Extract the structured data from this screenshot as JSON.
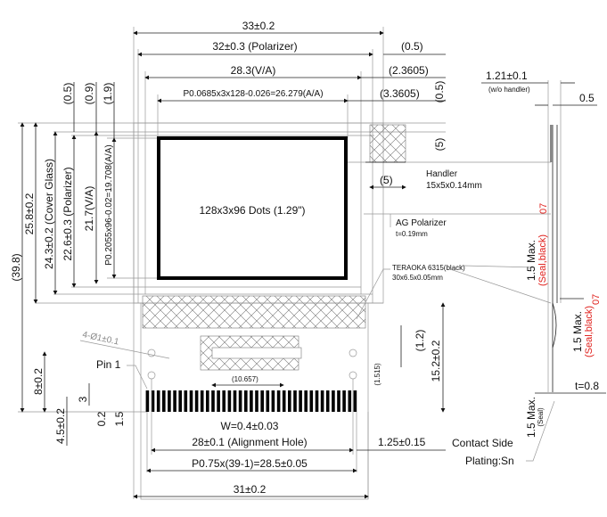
{
  "drawing": {
    "top_dims": {
      "outline": "33±0.2",
      "polarizer": "32±0.3 (Polarizer)",
      "view_area": "28.3(V/A)",
      "active_area": "P0.0685x3x128-0.026=26.279(A/A)",
      "gap_05": "(0.5)",
      "gap_23605": "(2.3605)",
      "gap_33605": "(3.3605)"
    },
    "left_dims": {
      "total": "(39.8)",
      "glass": "25.8±0.2",
      "cover_glass": "24.3±0.2 (Cover Glass)",
      "polarizer": "22.6±0.3 (Polarizer)",
      "view_area": "21.7(V/A)",
      "active_area": "P0.2055x96-0.02=19.708(A/A)",
      "off_05": "(0.5)",
      "off_09": "(0.9)",
      "off_19": "(1.9)",
      "fpc_8": "8±0.2",
      "fpc_3": "3",
      "fpc_02": "0.2",
      "fpc_15": "1.5",
      "fpc_45": "4.5±0.2"
    },
    "display_label": "128x3x96 Dots (1.29\")",
    "handler": {
      "title": "Handler",
      "size": "15x5x0.14mm",
      "dim_h": "(5)",
      "dim_v": "(5)",
      "dim_top": "(0.5)"
    },
    "ag_polarizer": {
      "title": "AG Polarizer",
      "thickness": "t=0.19mm"
    },
    "teraoka": {
      "title": "TERAOKA 6315(black)",
      "size": "30x6.5x0.05mm"
    },
    "holes": "4-Ø1±0.1",
    "pin1": "Pin 1",
    "dim_10657": "(10.657)",
    "dim_1515": "(1.515)",
    "dim_12": "(1.2)",
    "dim_152": "15.2±0.2",
    "bottom_dims": {
      "width": "W=0.4±0.03",
      "alignment": "28±0.1 (Alignment Hole)",
      "pitch": "P0.75x(39-1)=28.5±0.05",
      "fpc_width": "31±0.2",
      "edge": "1.25±0.15"
    },
    "side": {
      "thickness": "1.21±0.1",
      "thickness_note": "(w/o handler)",
      "dim_05": "0.5",
      "max1": "1.5 Max.",
      "seal1": "(Seal,black)",
      "max2": "1.5 Max.",
      "seal2": "(Seal,black)",
      "rev": "07",
      "t08": "t=0.8",
      "max3": "1.5 Max.",
      "seal3": "(Seal)",
      "contact": "Contact Side",
      "plating": "Plating:Sn"
    },
    "colors": {
      "seal": "#e0201c"
    }
  }
}
